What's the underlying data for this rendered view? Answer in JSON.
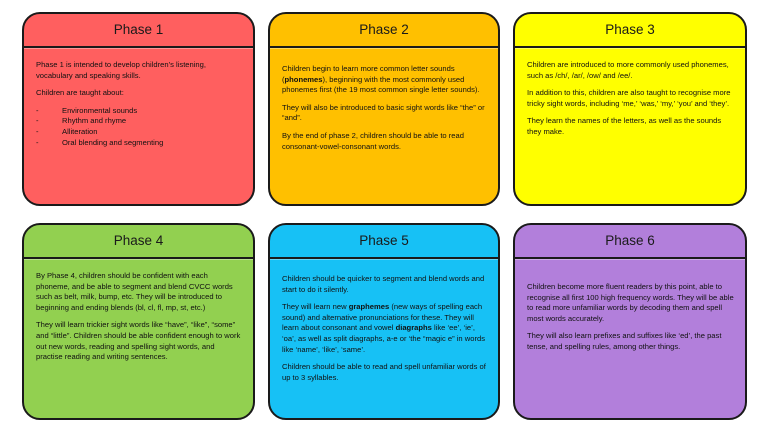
{
  "phases": [
    {
      "title": "Phase 1",
      "color": "#ff5f5f",
      "p1": "Phase 1 is intended to develop children’s listening, vocabulary and speaking skills.",
      "p2": "Children are taught about:",
      "items": [
        "Environmental sounds",
        "Rhythm and rhyme",
        "Alliteration",
        "Oral blending and segmenting"
      ]
    },
    {
      "title": "Phase 2",
      "color": "#ffc000",
      "p1_pre": "Children begin to learn more common letter sounds (",
      "p1_bold": "phonemes",
      "p1_post": "), beginning with the most commonly used phonemes first (the 19 most common single letter sounds).",
      "p2": "They will also be introduced to basic sight words like “the” or “and”.",
      "p3": "By the end of phase 2, children should be able to read consonant-vowel-consonant words."
    },
    {
      "title": "Phase 3",
      "color": "#ffff00",
      "p1": "Children are introduced to more commonly used phonemes, such as /ch/, /ar/, /ow/ and /ee/.",
      "p2": "In addition to this, children are also taught to recognise more tricky sight words, including ‘me,’ ‘was,’ ‘my,’ ‘you’ and ‘they’.",
      "p3": "They learn the names of the letters, as well as the sounds they make."
    },
    {
      "title": "Phase 4",
      "color": "#92d050",
      "p1": "By Phase 4, children should be confident with each phoneme, and be able to segment and blend CVCC words such as belt, milk, bump, etc. They will be introduced to beginning and ending blends (bl, cl, fl, mp, st, etc.)",
      "p2": "They will learn trickier sight words like “have”, “like”, “some” and “little”. Children should be able confident enough to work out new words, reading and spelling sight words, and practise reading and writing sentences."
    },
    {
      "title": "Phase 5",
      "color": "#17c1f5",
      "p1": "Children should be quicker to segment and blend words and start to do it silently.",
      "p2_a": "They will learn new ",
      "p2_b1": "graphemes",
      "p2_c": " (new ways of spelling each sound) and alternative pronunciations for these. They will learn about consonant and vowel ",
      "p2_b2": "diagraphs",
      "p2_d": " like ‘ee’, ‘ie’, ‘oa’, as well as split diagraphs, a-e or ‘the “magic e” in words like ‘name’, ‘like’, ‘same’.",
      "p3": "Children should be able to read and spell unfamiliar words of up to 3 syllables."
    },
    {
      "title": "Phase 6",
      "color": "#b27fdb",
      "p1": "Children become more fluent readers by this point, able to recognise all first 100 high frequency words. They will be able to read more unfamiliar words by decoding them and spell most words accurately.",
      "p2": "They will also learn prefixes and suffixes like ‘ed’, the past tense, and spelling rules, among other things."
    }
  ]
}
